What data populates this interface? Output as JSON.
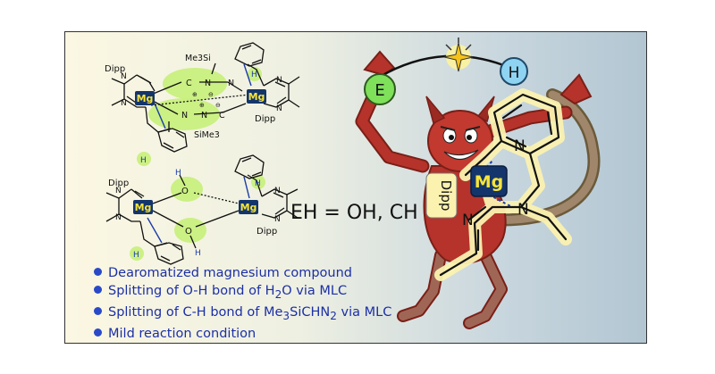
{
  "labels": {
    "mg": "Mg",
    "dipp": "Dipp",
    "me3si": "Me3Si",
    "sime3": "SiMe3",
    "h": "H",
    "n": "N",
    "c": "C",
    "o": "O",
    "e": "E",
    "plus": "⊕",
    "minus": "⊖"
  },
  "equation": "EH = OH, CH",
  "bullets": [
    {
      "pre": "Dearomatized magnesium compound",
      "sub": "",
      "post": ""
    },
    {
      "pre": "Splitting of O-H bond of H",
      "sub": "2",
      "post": "O via MLC"
    },
    {
      "pre": "Splitting of C-H bond of Me",
      "sub": "3",
      "post": "SiCHN",
      "sub2": "2",
      "post2": " via MLC"
    },
    {
      "pre": "Mild reaction condition",
      "sub": "",
      "post": ""
    }
  ],
  "colors": {
    "bullet_text": "#1c2fa6",
    "mg_box": "#14356b",
    "mg_text": "#f6e43a",
    "devil": "#b5332a",
    "highlight_green": "#c6f07a",
    "e_ball": "#7fe05a",
    "h_ball": "#8fd3f2",
    "structure_glow": "#fbf2b0"
  }
}
